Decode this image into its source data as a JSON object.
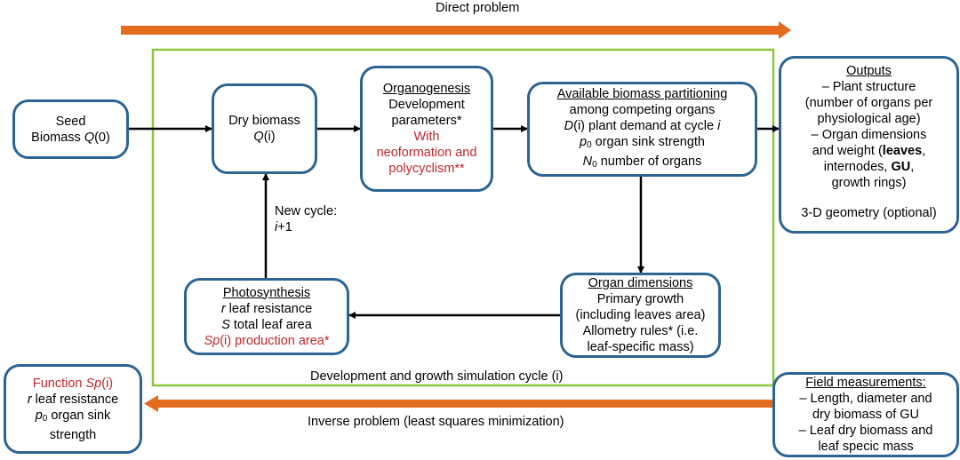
{
  "header": {
    "direct_problem": "Direct problem"
  },
  "seed": {
    "line1": "Seed",
    "line2_prefix": "Biomass ",
    "line2_var": "Q",
    "line2_suffix": "(0)"
  },
  "dry_biomass": {
    "line1": "Dry biomass",
    "line2_var": "Q",
    "line2_suffix": "(i)"
  },
  "organogenesis": {
    "title": "Organogenesis",
    "line1": "Development",
    "line2": "parameters*",
    "red1": "With",
    "red2": "neoformation and",
    "red3": "polycyclism**"
  },
  "partitioning": {
    "title": "Available biomass partitioning",
    "line1": "among competing organs",
    "line2_var": "D",
    "line2_text": "(i) plant demand at cycle ",
    "line2_var2": "i",
    "line3_var": "p",
    "line3_sub": "0",
    "line3_text": " organ sink strength",
    "line4_var": "N",
    "line4_sub": "0",
    "line4_text": " number of organs"
  },
  "outputs": {
    "title": "Outputs",
    "line1": "– Plant structure",
    "line2": "(number of organs per",
    "line3": "physiological age)",
    "line4": "– Organ dimensions",
    "line5_prefix": "and weight (",
    "line5_bold": "leaves",
    "line5_suffix": ",",
    "line6_prefix": "internodes, ",
    "line6_bold": "GU",
    "line6_suffix": ",",
    "line7": "growth rings)",
    "line8": "3-D geometry (optional)"
  },
  "new_cycle": {
    "line1": "New cycle:",
    "line2_var": "i",
    "line2_suffix": "+1"
  },
  "photosynthesis": {
    "title": "Photosynthesis",
    "line1_var": "r",
    "line1_text": " leaf resistance",
    "line2_var": "S",
    "line2_text": " total leaf area",
    "line3_var": "Sp",
    "line3_text": "(i) production area*"
  },
  "organ_dimensions": {
    "title": "Organ dimensions",
    "line1": "Primary growth",
    "line2": "(including leaves area)",
    "line3": "Allometry rules* (i.e.",
    "line4": "leaf-specific mass)"
  },
  "cycle_label": "Development and growth simulation cycle (i)",
  "function_box": {
    "line1_prefix": "Function ",
    "line1_var": "Sp",
    "line1_suffix": "(i)",
    "line2_var": "r",
    "line2_text": " leaf resistance",
    "line3_var": "p",
    "line3_sub": "0",
    "line3_text": " organ sink",
    "line4": "strength"
  },
  "inverse_problem": "Inverse problem (least squares minimization)",
  "field": {
    "title": "Field measurements:",
    "line1": "– Length, diameter and",
    "line2": "dry biomass of GU",
    "line3": "– Leaf dry biomass and",
    "line4": "leaf specic mass"
  },
  "colors": {
    "box_border": "#2d6494",
    "frame": "#8dc63f",
    "orange_arrow": "#e36c1e",
    "red_text": "#c0282d"
  }
}
